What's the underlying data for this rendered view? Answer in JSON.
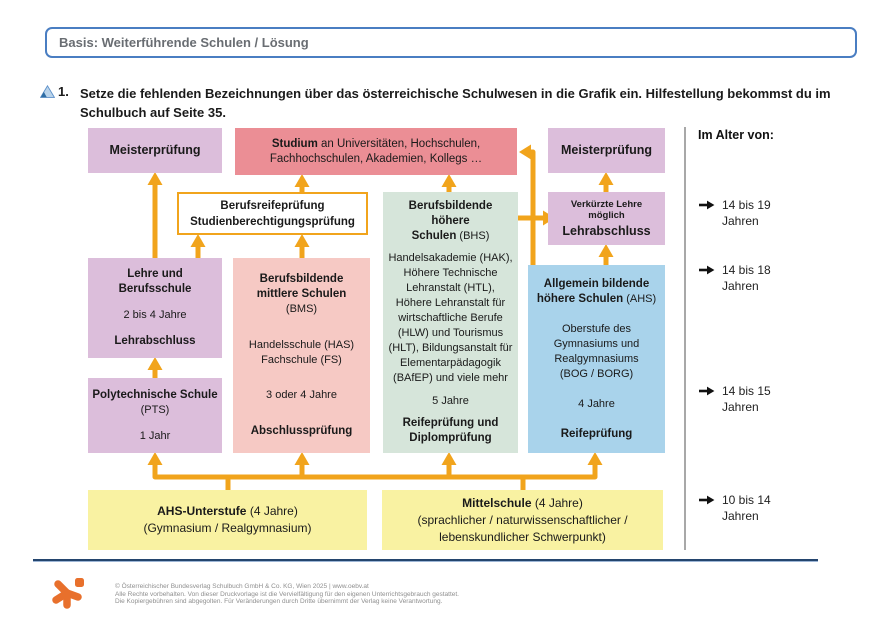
{
  "header": {
    "title": "Basis: Weiterführende Schulen / Lösung"
  },
  "task": {
    "number": "1.",
    "line1": "Setze die fehlenden Bezeichnungen über das österreichische Schulwesen in die Grafik ein. Hilfestellung bekommst du im",
    "line2": "Schulbuch auf Seite 35."
  },
  "diagram": {
    "meister_left": "Meisterprüfung",
    "meister_right": "Meisterprüfung",
    "studium": {
      "bold": "Studium",
      "rest1": " an Universitäten, Hochschulen,",
      "line2": "Fachhochschulen, Akademien, Kollegs …"
    },
    "berufsreife": {
      "line1": "Berufsreifeprüfung",
      "line2": "Studienberechtigungsprüfung"
    },
    "verkuerzte": {
      "small1": "Verkürzte Lehre",
      "small2": "möglich",
      "main": "Lehrabschluss"
    },
    "lehre": {
      "title1": "Lehre und",
      "title2": "Berufsschule",
      "duration": "2 bis 4 Jahre",
      "exam": "Lehrabschluss"
    },
    "bms": {
      "title1": "Berufsbildende",
      "title2": "mittlere Schulen",
      "title3": "(BMS)",
      "schools1": "Handelsschule (HAS)",
      "schools2": "Fachschule (FS)",
      "duration": "3 oder 4 Jahre",
      "exam": "Abschlussprüfung"
    },
    "bhs": {
      "title1": "Berufsbildende höhere",
      "title2_bold": "Schulen",
      "title2_rest": " (BHS)",
      "schools": "Handelsakademie (HAK), Höhere Technische Lehranstalt (HTL), Höhere Lehranstalt für wirtschaftliche Berufe (HLW) und Tourismus (HLT), Bildungsanstalt für Elementarpädagogik (BAfEP) und viele mehr",
      "duration": "5 Jahre",
      "exam1": "Reifeprüfung und",
      "exam2": "Diplomprüfung"
    },
    "ahs": {
      "title1": "Allgemein bildende",
      "title2_bold": "höhere Schulen",
      "title2_rest": " (AHS)",
      "schools1": "Oberstufe des",
      "schools2": "Gymnasiums und",
      "schools3": "Realgymnasiums",
      "schools4": "(BOG / BORG)",
      "duration": "4 Jahre",
      "exam": "Reifeprüfung"
    },
    "pts": {
      "title1": "Polytechnische Schule",
      "title2": "(PTS)",
      "duration": "1 Jahr"
    },
    "ahs_unterstufe": {
      "bold": "AHS-Unterstufe",
      "rest": " (4 Jahre)",
      "line2": "(Gymnasium / Realgymnasium)"
    },
    "mittelschule": {
      "bold": "Mittelschule",
      "rest": " (4 Jahre)",
      "line2": "(sprachlicher / naturwissenschaftlicher /",
      "line3": "lebenskundlicher Schwerpunkt)"
    }
  },
  "ages": {
    "title": "Im Alter von:",
    "items": [
      {
        "range": "14 bis 19",
        "unit": "Jahren"
      },
      {
        "range": "14 bis 18",
        "unit": "Jahren"
      },
      {
        "range": "14 bis 15",
        "unit": "Jahren"
      },
      {
        "range": "10 bis 14",
        "unit": "Jahren"
      }
    ]
  },
  "footer": {
    "line1": "© Österreichischer Bundesverlag Schulbuch GmbH & Co. KG, Wien 2025 | www.oebv.at",
    "line2": "Alle Rechte vorbehalten. Von dieser Druckvorlage ist die Vervielfältigung für den eigenen Unterrichtsgebrauch gestattet.",
    "line3": "Die Kopiergebühren sind abgegolten. Für Veränderungen durch Dritte übernimmt der Verlag keine Verantwortung."
  },
  "colors": {
    "arrow_orange": "#f1a41c",
    "box_purple": "#dcbedb",
    "box_red": "#eb8e95",
    "box_pink": "#f6c9c4",
    "box_green": "#d6e5da",
    "box_blue": "#a9d3eb",
    "box_yellow": "#f9f2a2",
    "header_border_blue": "#4a7ec2",
    "footer_rule_navy": "#24456e",
    "logo_orange": "#e8702c"
  }
}
